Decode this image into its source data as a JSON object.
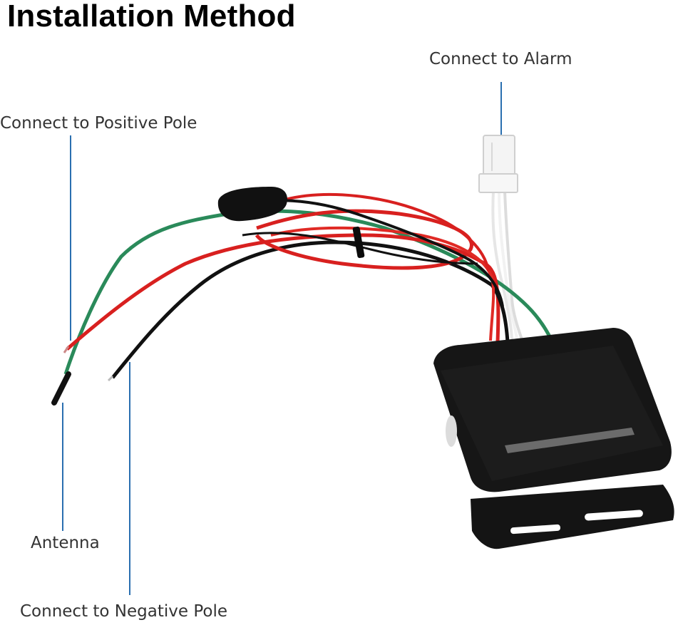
{
  "title": "Installation Method",
  "labels": {
    "alarm": "Connect to Alarm",
    "positive": "Connect to Positive Pole",
    "antenna": "Antenna",
    "negative": "Connect to Negative Pole"
  },
  "colors": {
    "pointer": "#2a6fb0",
    "wire_red": "#d8201f",
    "wire_green": "#2a8a5a",
    "wire_black": "#111111",
    "module": "#161616"
  },
  "icons": [
    "wire-harness",
    "alarm-module",
    "white-connector"
  ]
}
